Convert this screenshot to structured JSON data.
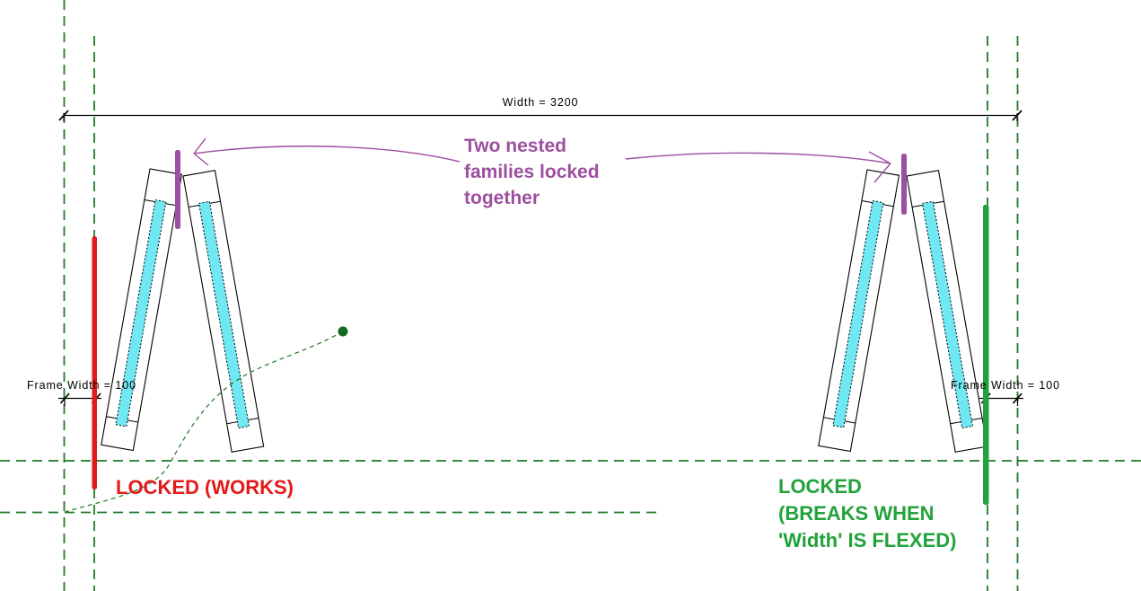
{
  "view": {
    "description": "CAD family editor drawing view with two nested tilt-window frames, reference planes, dimensions and annotation notes",
    "background": "#FFFFFF"
  },
  "dimensions": {
    "width": {
      "label": "Width = 3200"
    },
    "frame_width_left": {
      "label": "Frame Width = 100"
    },
    "frame_width_right": {
      "label": "Frame Width = 100"
    }
  },
  "annotations": {
    "nested_families": {
      "line1": "Two nested",
      "line2": "families locked",
      "line3": "together"
    },
    "locked_left": {
      "text": "LOCKED (WORKS)"
    },
    "locked_right": {
      "line1": "LOCKED",
      "line2": "(BREAKS WHEN",
      "line3": "'Width' IS FLEXED)"
    }
  },
  "colors": {
    "annotation_purple": "#9C4F9F",
    "locked_red": "#E3191B",
    "locked_green": "#22A23A",
    "reference_line_green": "#1E7B22",
    "leader_dot_green": "#146A1E",
    "glass_cyan": "#6FE8F3",
    "linework_black": "#000000",
    "background_white": "#FFFFFF"
  },
  "icons": {
    "lock_bars": [
      "red-lock-bar",
      "green-lock-bar",
      "purple-lock-bar-left",
      "purple-lock-bar-right"
    ]
  }
}
